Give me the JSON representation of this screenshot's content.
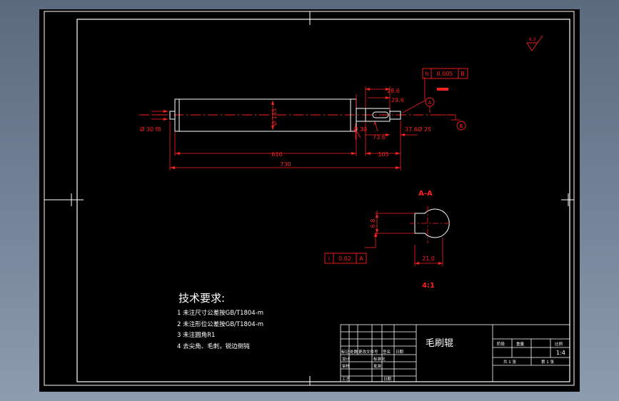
{
  "drawing": {
    "tech_requirements": {
      "title": "技术要求:",
      "items": [
        "1 未注尺寸公差按GB/T1804-m",
        "2 未注形位公差按GB/T1804-m",
        "3 未注圆角R1",
        "4 去尖角、毛刺，锐边倒钝"
      ]
    },
    "main_view": {
      "dims": {
        "total_length": "730",
        "roller_length": "610",
        "right_length": "105",
        "right_step_top": "28.6",
        "right_step_mid": "29.6",
        "right_step_low": "73.6",
        "right_end": "37.6",
        "left_dia": "Ø 30 f8",
        "roller_dia": "Ø 145",
        "mid_dia": "Ø 30",
        "right_dia": "Ø 25",
        "section_mark": "A"
      },
      "tolerance_frame": [
        "h",
        "0.005",
        "B"
      ],
      "datum_a": "A",
      "datum_b": "B",
      "roughness": "6.3"
    },
    "section_view": {
      "title": "A-A",
      "scale": "4:1",
      "dim_width": "21.0",
      "dim_height": "6.8",
      "tolerance_frame": [
        "i",
        "0.02",
        "A"
      ]
    },
    "title_block": {
      "part_name": "毛刷辊",
      "labels_left": [
        "标记",
        "处数",
        "更改文件号",
        "签名",
        "日期"
      ],
      "labels_rows": [
        "设计",
        "审核",
        "工艺"
      ],
      "cell_std": "标准化",
      "cell_approve": "批准",
      "cell_date": "日期",
      "labels_right": [
        "阶段",
        "重量",
        "比例"
      ],
      "scale_value": "1:4",
      "sheet_total": "共 1 张",
      "sheet_no": "第 1 张"
    }
  }
}
